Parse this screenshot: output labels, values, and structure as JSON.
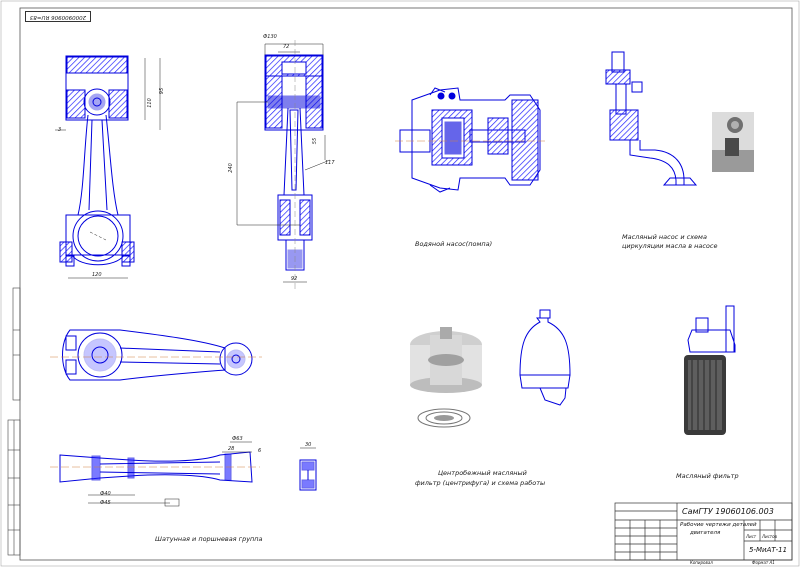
{
  "stamp_top": "2000900906 RU=83",
  "labels": {
    "water_pump": "Водяной насос(помпа)",
    "oil_pump_1": "Масляный насос и схема",
    "oil_pump_2": "циркуляции масла в насосе",
    "centrifuge_1": "Центробежный масляный",
    "centrifuge_2": "фильтр (центрифуга) и схема работы",
    "oil_filter": "Масляный фильтр",
    "conrod": "Шатунная  и поршневая группа"
  },
  "title_block": {
    "code": "СамГТУ 19060106.003",
    "name_1": "Рабочие чертежи деталей",
    "name_2": "двигателя",
    "group": "5-МиАТ-11",
    "sheet_label": "Лист",
    "sheets_label": "Листов",
    "copied": "Копировал",
    "format": "Формат  А1"
  },
  "dims": {
    "d130": "Ф130",
    "d72": "72",
    "d110": "110",
    "d55": "55",
    "d117": "117",
    "d240": "240",
    "d92": "92",
    "d120": "120",
    "d3": "3",
    "d95": "95",
    "d40": "Ф40",
    "d45": "Ф45",
    "d63": "Ф63",
    "d28": "28",
    "d6": "6",
    "d30": "30"
  },
  "colors": {
    "line_blue": "#0000dd",
    "hatch_blue": "#2222ff",
    "dim_black": "#222222",
    "border": "#555555"
  }
}
